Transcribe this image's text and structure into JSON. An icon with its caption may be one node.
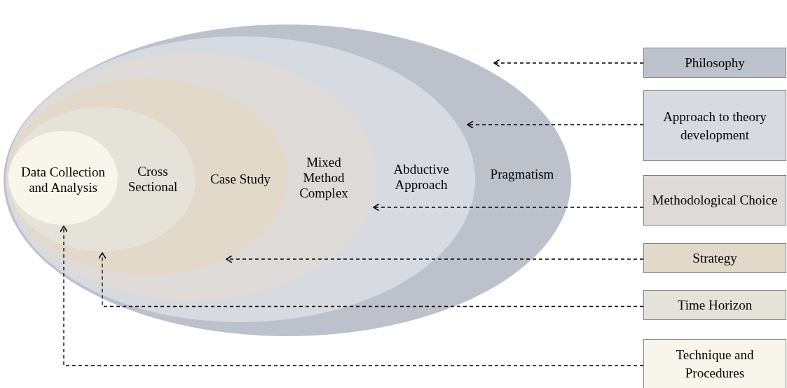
{
  "diagram": {
    "nodes": [
      {
        "text": [
          "Pragmatism"
        ]
      },
      {
        "text": [
          "Abductive Approach"
        ],
        "in": 0
      },
      {
        "text": [
          "Mixed Method Complex"
        ],
        "in": 1
      },
      {
        "text": [
          "Case Study"
        ],
        "in": 2
      },
      {
        "text": [
          "Cross Sectional"
        ],
        "in": 3
      },
      {
        "text": [
          "Data Collection and Analysis"
        ],
        "in": 4
      },
      {
        "text": [
          "Philosophy"
        ]
      },
      {
        "text": [
          "Approach to theory development"
        ]
      },
      {
        "text": [
          "Methodological Choice"
        ]
      },
      {
        "text": [
          "Strategy"
        ]
      },
      {
        "text": [
          "Time Horizon"
        ]
      },
      {
        "text": [
          "Technique and Procedures"
        ]
      }
    ],
    "edges": [
      {
        "from": 6,
        "to": 0,
        "arrow": "to",
        "style": "dashed"
      },
      {
        "from": 7,
        "to": 1,
        "arrow": "to",
        "style": "dashed"
      },
      {
        "from": 8,
        "to": 2,
        "arrow": "to",
        "style": "dashed"
      },
      {
        "from": 9,
        "to": 3,
        "arrow": "to",
        "style": "dashed"
      },
      {
        "from": 10,
        "to": 4,
        "arrow": "to",
        "style": "dashed"
      },
      {
        "from": 11,
        "to": 5,
        "arrow": "to",
        "style": "dashed"
      }
    ]
  }
}
